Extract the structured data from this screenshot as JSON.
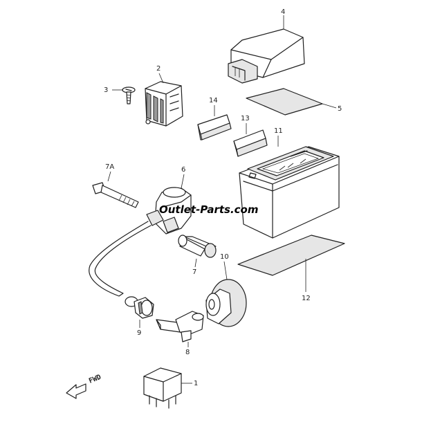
{
  "watermark": "Outlet-Parts.com",
  "direction_label": "FWD",
  "callouts": {
    "c1": "1",
    "c2": "2",
    "c3": "3",
    "c4": "4",
    "c5": "5",
    "c6": "6",
    "c7": "7",
    "c7a": "7A",
    "c8": "8",
    "c9": "9",
    "c10": "10",
    "c11": "11",
    "c12": "12",
    "c13": "13",
    "c14": "14"
  }
}
